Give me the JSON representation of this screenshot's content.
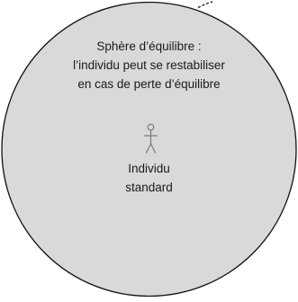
{
  "sphere": {
    "title_lines": [
      "Sphère d’équilibre :",
      "l’individu peut se restabiliser",
      "en cas de perte d’équilibre"
    ],
    "fill_color": "#d9d9d9",
    "stroke_color": "#111111"
  },
  "individual": {
    "label_lines": [
      "Individu",
      "standard"
    ],
    "icon": "stick-figure-icon",
    "icon_color": "#7a7a7a"
  }
}
